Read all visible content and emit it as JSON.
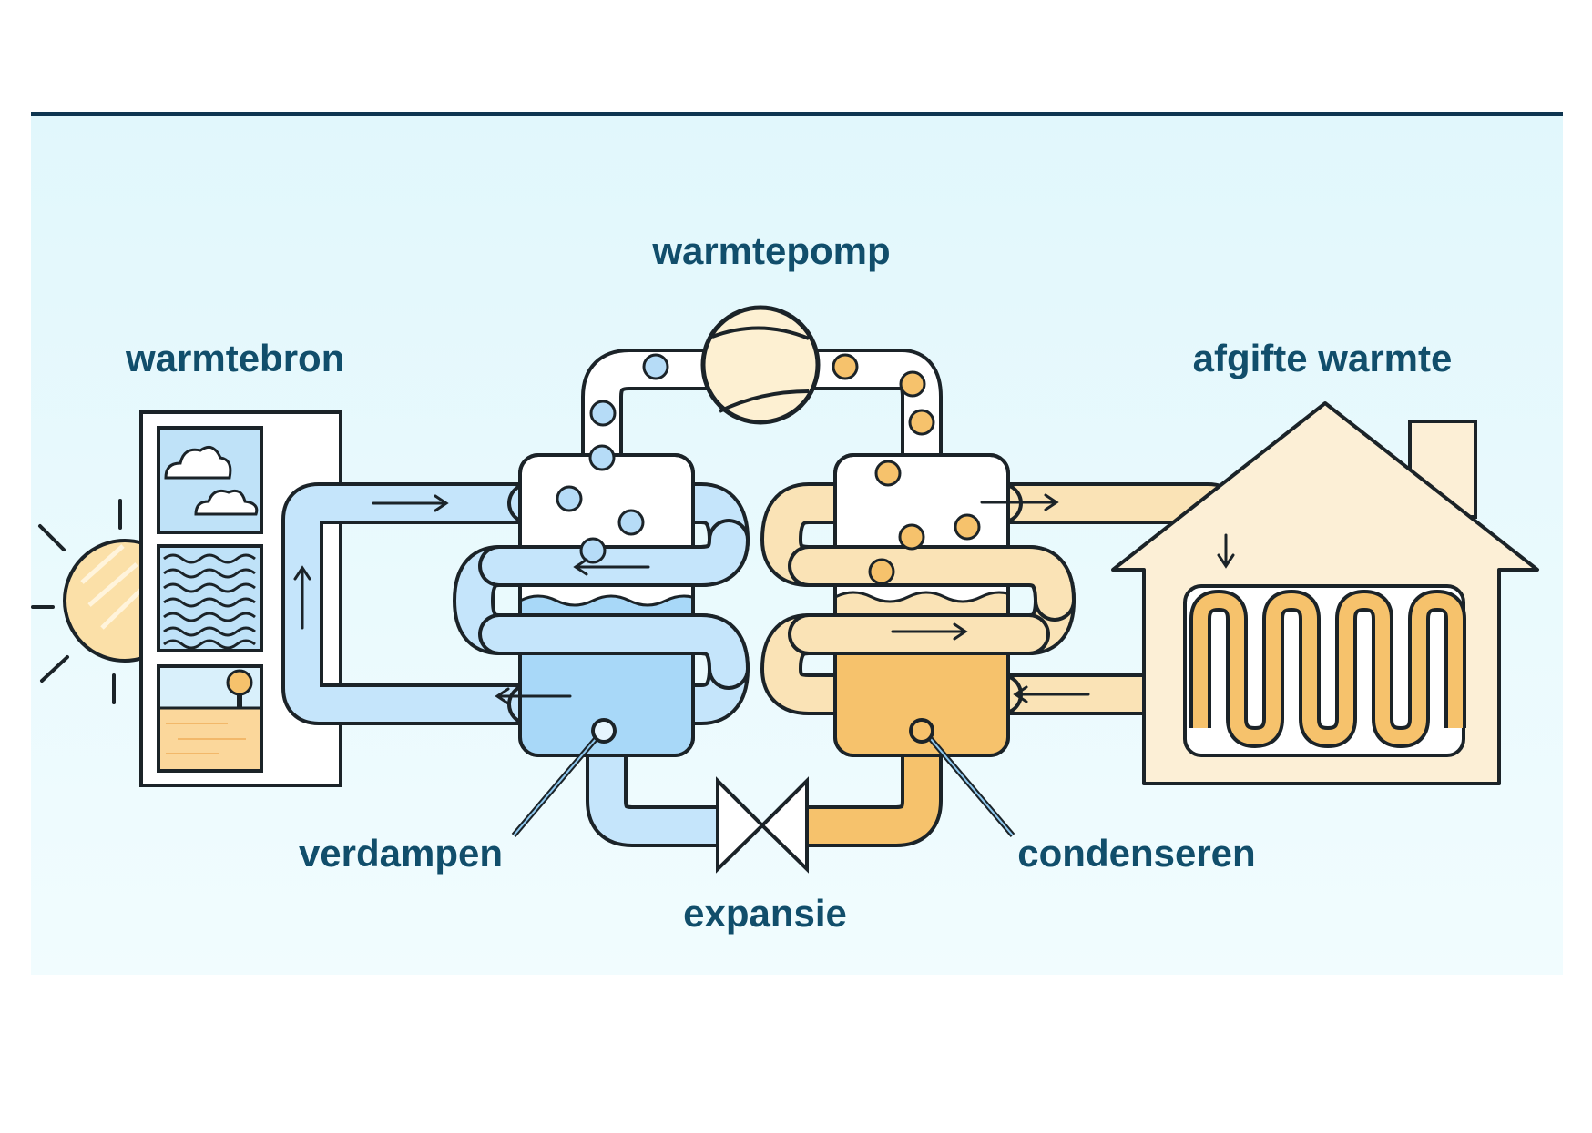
{
  "labels": {
    "center_title": "warmtepomp",
    "source": "warmtebron",
    "output": "afgifte warmte",
    "evaporate": "verdampen",
    "condense": "condenseren",
    "expansion": "expansie"
  },
  "colors": {
    "top_rule": "#0e3550",
    "panel_top": "#e1f7fc",
    "panel_bottom": "#f1fcfe",
    "cold_fill": "#c5e5fb",
    "cold_liquid": "#a8d8f8",
    "warm_fill": "#fae3b6",
    "warm_liquid": "#f6c26c",
    "house_fill": "#fcefd6",
    "outline": "#1b2328",
    "label_text": "#114e6b"
  },
  "icons": {
    "sun": "sun-icon",
    "compressor": "compressor-icon",
    "expansion_valve": "expansion-valve-icon",
    "house": "house-icon",
    "radiator": "radiator-icon",
    "source_sky": "cloud-sky-icon",
    "source_water": "water-waves-icon",
    "source_ground": "tree-ground-icon"
  }
}
